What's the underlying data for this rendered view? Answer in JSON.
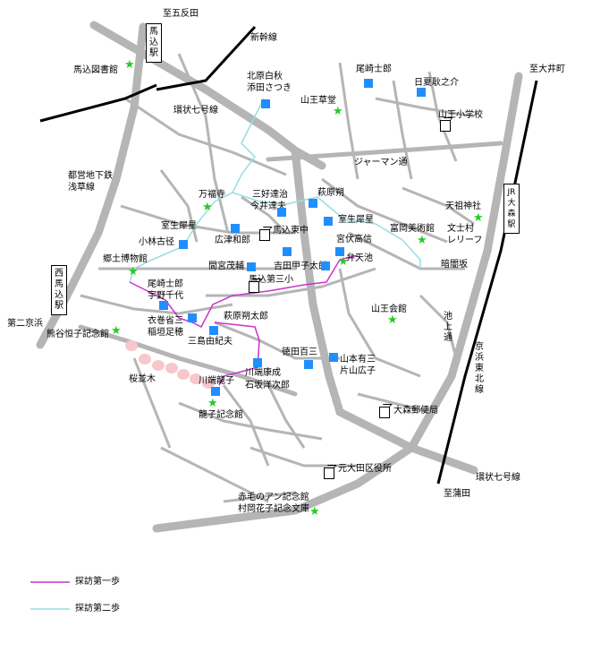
{
  "labels": {
    "north_station_dir": "至五反田",
    "shinkansen": "新幹線",
    "magome_library": "馬込図書館",
    "kitahara": "北原白秋",
    "ryuta": "添田さつき",
    "ozaki": "尾崎士郎",
    "hinatsu": "日夏耿之介",
    "sanno_shodo": "山王草堂",
    "sanno_school": "山王小学校",
    "kanjo7": "環状七号線",
    "oimachi": "至大井町",
    "jerman": "ジャーマン通",
    "asakusa1": "都営地下鉄",
    "asakusa2": "浅草線",
    "manpukuji": "万福寺",
    "miyoshi": "三好達治",
    "imai": "今井達夫",
    "hagiwara": "萩原朔",
    "tenjin": "天祖神社",
    "muro": "室生犀星",
    "muro2": "室生犀星",
    "higashi_naka": "馬込東中",
    "komada": "宮伏高信",
    "tomioka": "富岡美術館",
    "bunshimura1": "文士村",
    "bunshimura2": "レリーフ",
    "kobayashi": "小林古径",
    "hirotsu": "広津和郎",
    "kyodo": "郷土博物館",
    "mamiya": "間宮茂輔",
    "yoshida": "吉田甲子太郎",
    "benten": "弁天池",
    "kuraiyami": "暗闇坂",
    "ozaki2": "尾崎士郎",
    "uno": "宇野千代",
    "magome_es": "馬込第三小",
    "kinugasa": "衣巻省三",
    "inagaki": "稲垣足穂",
    "hagiwara2": "萩原朔太郎",
    "sanno_kaikan": "山王会館",
    "ikegami": "池上通",
    "second_keihin": "第二京浜",
    "kumagai": "熊谷恒子記念館",
    "mishima": "三島由紀夫",
    "sakura": "桜並木",
    "yamamoto": "山本有三",
    "kataoka": "片山広子",
    "keihin_tohoku": "京浜東北線",
    "kawabata": "川端康成",
    "ishizaka": "石坂洋次郎",
    "kawabata_ryushi": "川端龍子",
    "ryushi_kinen": "龍子記念館",
    "tokuda": "徳田百三",
    "omori_post": "大森郵便局",
    "kanjo7b": "環状七号線",
    "kamata": "至蒲田",
    "ota_ward": "元大田区役所",
    "anne1": "赤毛のアン記念館",
    "anne2": "村岡花子記念文庫"
  },
  "stations": {
    "magome": "馬込駅",
    "nishimagome": "西馬込駅",
    "omori": "JR大森駅"
  },
  "legend": {
    "walk1": "探訪第一歩",
    "walk2": "探訪第二歩"
  },
  "colors": {
    "road": "#b5b5b5",
    "railway": "#000000",
    "route1": "#cc33cc",
    "route2": "#99dddd",
    "house_marker": "#1f8fff",
    "star_marker": "#22cc22",
    "cherry": "#f7c7cc"
  }
}
